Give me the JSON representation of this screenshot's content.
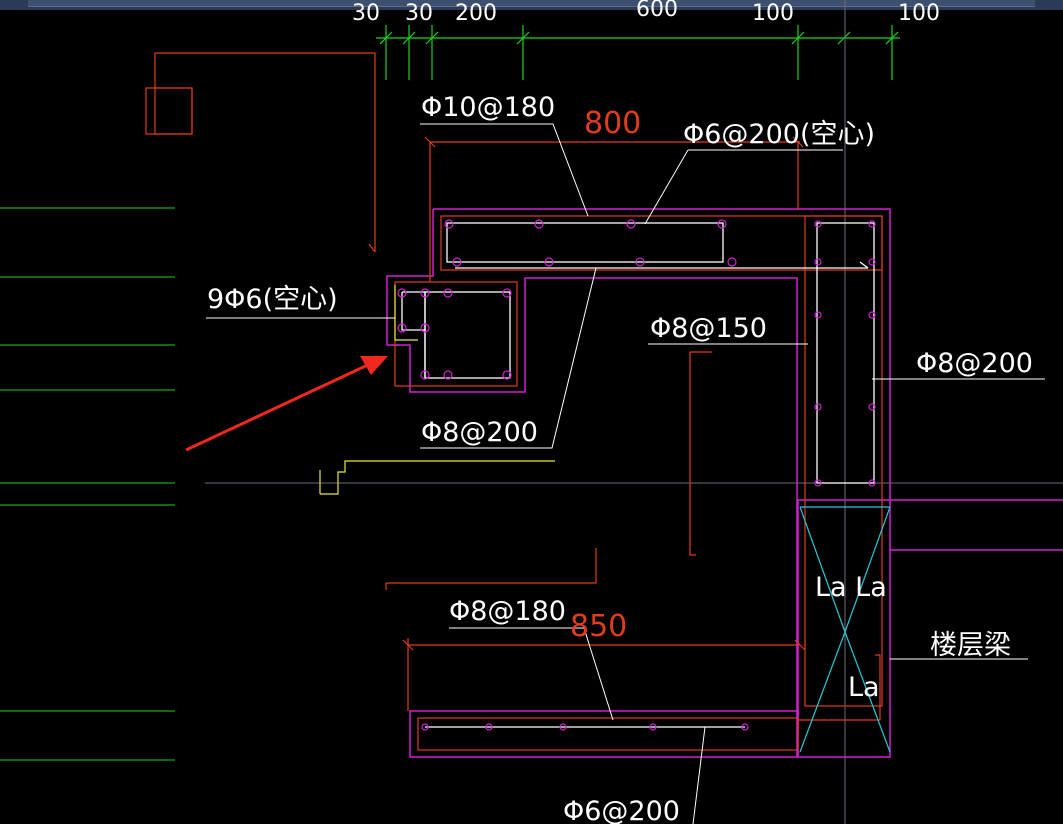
{
  "top_dimensions": [
    "30",
    "30",
    "200",
    "600",
    "100",
    "100"
  ],
  "annotations": {
    "phi10_180": "Φ10@180",
    "phi6_200_hollow_top": "Φ6@200(空心)",
    "nine_phi6_hollow": "9Φ6(空心)",
    "phi8_150": "Φ8@150",
    "phi8_200_right": "Φ8@200",
    "phi8_200_mid": "Φ8@200",
    "phi8_180": "Φ8@180",
    "phi6_200_bottom": "Φ6@200",
    "floor_beam": "楼层梁",
    "la_top": "La La",
    "la_bottom": "La"
  },
  "dimensions": {
    "top_width": "800",
    "bottom_width": "850"
  },
  "colors": {
    "background": "#000000",
    "outline": "#d21fd2",
    "red_line": "#e03c1e",
    "green_line": "#1ed21e",
    "cyan_line": "#25c8d8",
    "yellow_line": "#e8e83a",
    "white_line": "#ffffff",
    "arrow": "#f0281e"
  }
}
